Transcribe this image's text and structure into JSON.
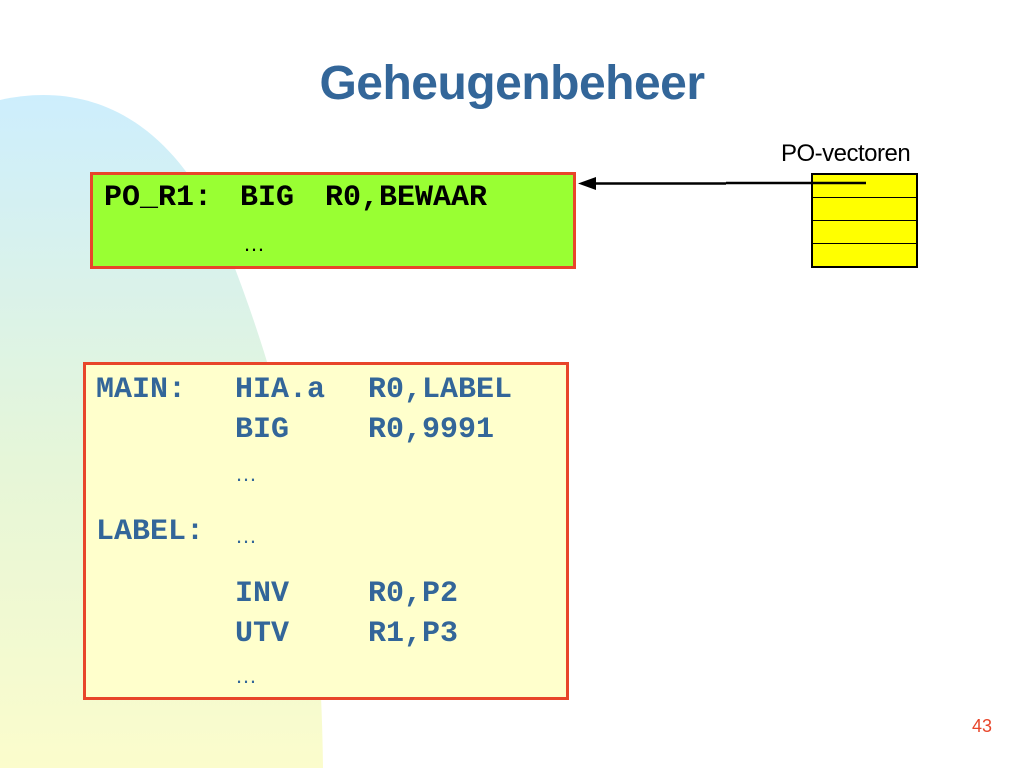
{
  "slide": {
    "title": "Geheugenbeheer",
    "page_number": "43"
  },
  "vectors": {
    "label": "PO-vectoren",
    "rows": 4,
    "fill_color": "#ffff00"
  },
  "routine_box": {
    "label": "PO_R1:",
    "op": "BIG",
    "args": "R0,BEWAAR",
    "ellipsis": "…",
    "fill_color": "#99ff33"
  },
  "main_box": {
    "fill_color": "#ffffcc",
    "text_color": "#336699",
    "lines": [
      {
        "label": "MAIN:",
        "op": "HIA.a",
        "args": "R0,LABEL"
      },
      {
        "label": "",
        "op": "BIG",
        "args": "R0,9991"
      },
      {
        "label": "",
        "op": "…",
        "args": ""
      },
      {
        "label": "LABEL:",
        "op": "…",
        "args": ""
      },
      {
        "label": "",
        "op": "INV",
        "args": "R0,P2"
      },
      {
        "label": "",
        "op": "UTV",
        "args": "R1,P3"
      },
      {
        "label": "",
        "op": "…",
        "args": ""
      }
    ]
  },
  "colors": {
    "title": "#336699",
    "border": "#e8452a",
    "background_shape": "#cfeefe"
  }
}
